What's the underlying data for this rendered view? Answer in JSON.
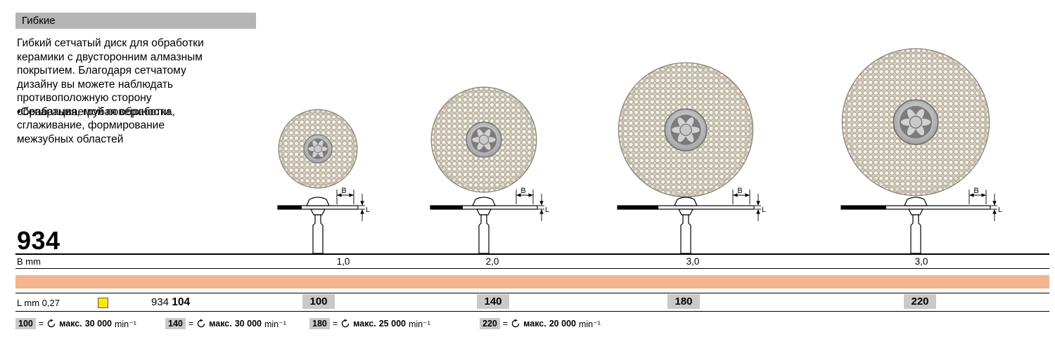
{
  "colors": {
    "header_bar": "#b5b5b5",
    "accent_band": "#f3b492",
    "size_box": "#c9c9c9",
    "color_code_swatch": "#ffe600"
  },
  "section_header": {
    "title": "Гибкие"
  },
  "description": {
    "lines": [
      "Гибкий сетчатый диск для обработки",
      "керамики с двусторонним алмазным",
      "покрытием. Благодаря сетчатому",
      "дизайну вы можете наблюдать",
      "противоположную сторону"
    ],
    "overlap_line_a": "обрабатываемой поверхности.",
    "overlap_line_b": "•Сепарация, грубая обработка,",
    "tail_lines": [
      "сглаживание, формирование",
      "межзубных областей"
    ]
  },
  "product": {
    "number": "934"
  },
  "dimension_diagram": {
    "width_label": "B",
    "thickness_label": "L"
  },
  "b_row": {
    "label": "B mm",
    "values": [
      "1,0",
      "2,0",
      "3,0",
      "3,0"
    ]
  },
  "order_row": {
    "l_label": "L mm 0,27",
    "ref": "934",
    "code": "104",
    "sizes": [
      "100",
      "140",
      "180",
      "220"
    ]
  },
  "legend": {
    "eq": "=",
    "items": [
      {
        "size": "100",
        "prefix": "макс.",
        "speed": "30 000",
        "unit": "min⁻¹"
      },
      {
        "size": "140",
        "prefix": "макс.",
        "speed": "30 000",
        "unit": "min⁻¹"
      },
      {
        "size": "180",
        "prefix": "макс.",
        "speed": "25 000",
        "unit": "min⁻¹"
      },
      {
        "size": "220",
        "prefix": "макс.",
        "speed": "20 000",
        "unit": "min⁻¹"
      }
    ]
  }
}
